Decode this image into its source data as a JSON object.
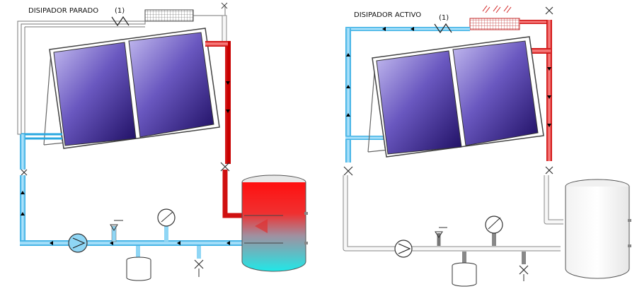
{
  "left_panel": {
    "title": "DISIPADOR PARADO",
    "check_valve_label": "(1)"
  },
  "right_panel": {
    "title": "DISIPADOR ACTIVO",
    "check_valve_label": "(1)"
  },
  "colors": {
    "hot": "#e81818",
    "cold": "#3fb8e8",
    "collector_light": "#b9b0e8",
    "collector_dark": "#24106a"
  }
}
